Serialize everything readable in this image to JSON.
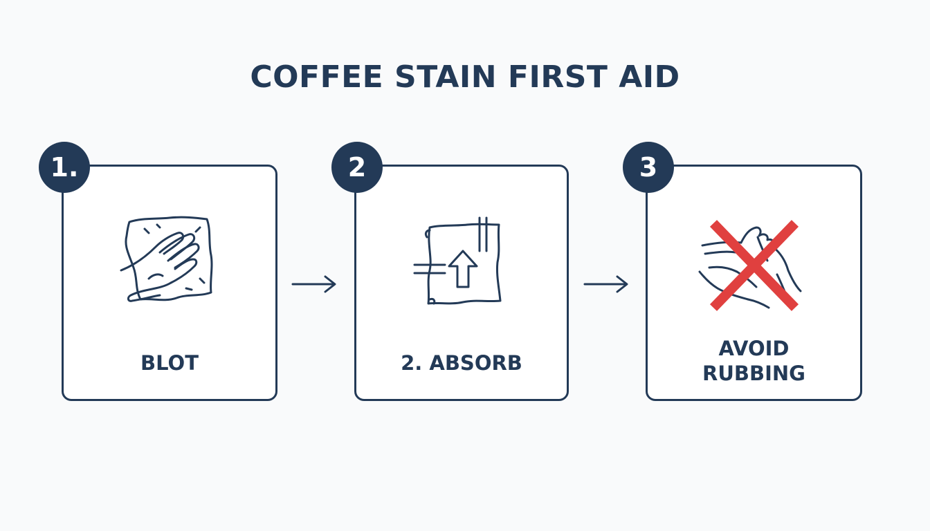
{
  "title": "COFFEE STAIN FIRST AID",
  "steps": [
    {
      "number": "1.",
      "label": "BLOT",
      "icon": "hand-blotting-cloth-icon"
    },
    {
      "number": "2",
      "label": "2. ABSORB",
      "icon": "cloth-absorb-arrow-icon"
    },
    {
      "number": "3",
      "label_line1": "AVOID",
      "label_line2": "RUBBING",
      "icon": "no-rubbing-icon"
    }
  ],
  "colors": {
    "primary": "#233a57",
    "warning": "#e0403f",
    "background": "#f9fafb"
  }
}
